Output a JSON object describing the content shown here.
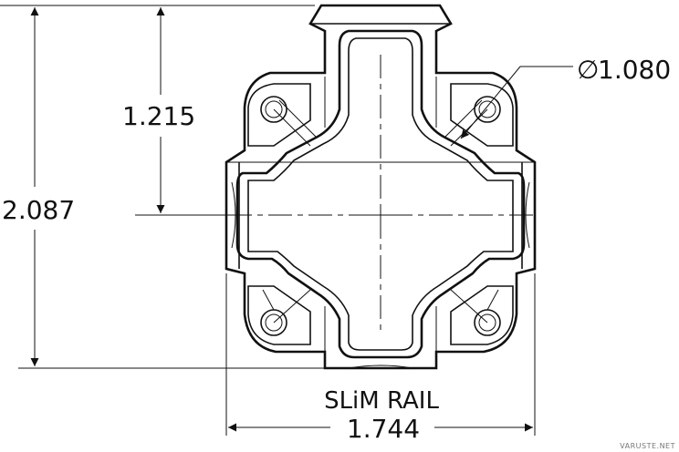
{
  "dimensions": {
    "overall_height": "2.087",
    "center_height": "1.215",
    "hole_diameter": "1.080",
    "overall_width": "1.744"
  },
  "part_label": "SLiM RAIL",
  "diameter_symbol": "∅",
  "watermark": "VARUSTE.NET"
}
